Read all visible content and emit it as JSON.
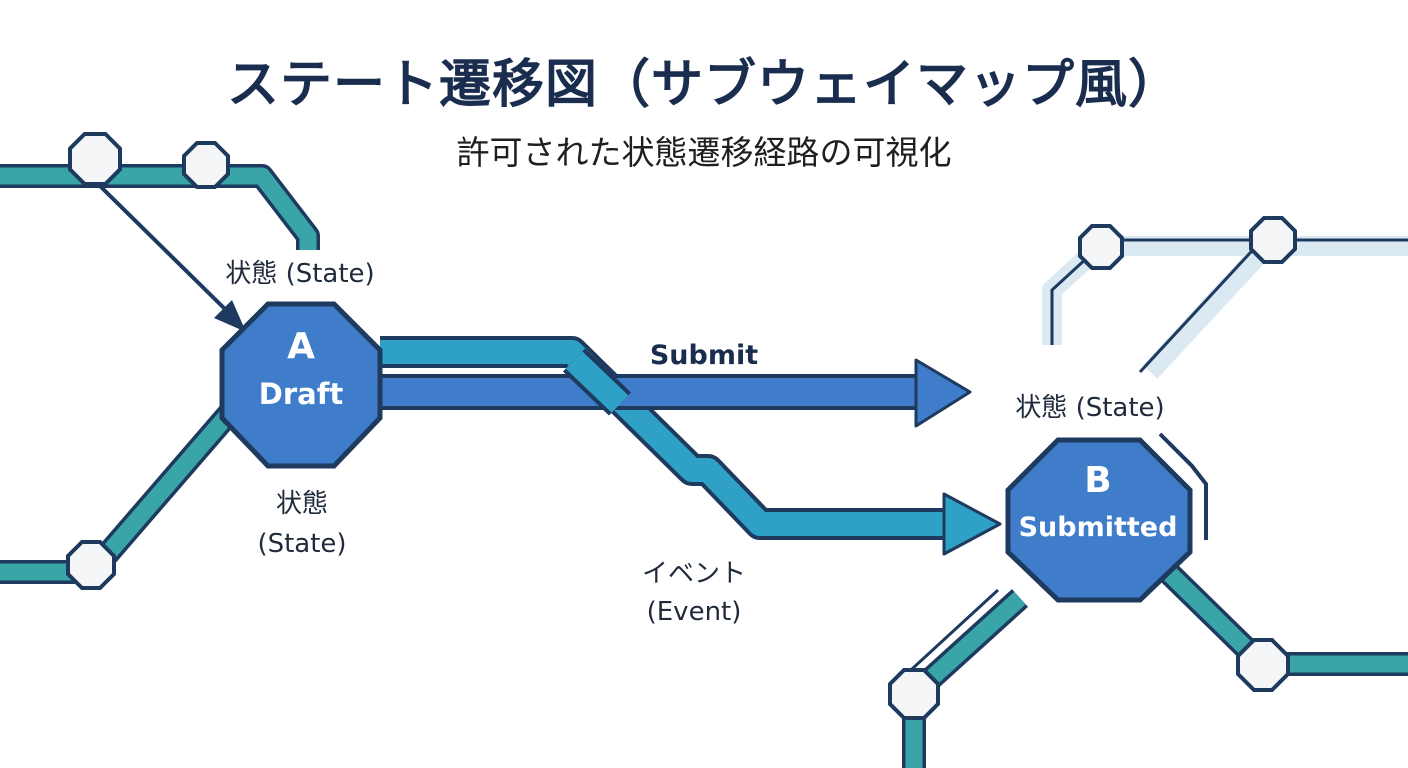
{
  "title": "ステート遷移図（サブウェイマップ風）",
  "subtitle": "許可された状態遷移経路の可視化",
  "states": [
    {
      "letter": "A",
      "name": "Draft"
    },
    {
      "letter": "B",
      "name": "Submitted"
    }
  ],
  "labels": {
    "state_top_a": "状態 (State)",
    "state_bottom_a_line1": "状態",
    "state_bottom_a_line2": "(State)",
    "state_top_b": "状態 (State)",
    "event_line1": "イベント",
    "event_line2": "(Event)"
  },
  "transition": {
    "label": "Submit"
  },
  "colors": {
    "node_fill": "#3f7cc9",
    "node_stroke": "#1e3a5f",
    "arrow_blue": "#3f7cc9",
    "arrow_teal": "#2fa0c6",
    "line_teal": "#3aa5a8",
    "line_faint": "#dbe9f2",
    "station_fill": "#f4f5f7"
  }
}
